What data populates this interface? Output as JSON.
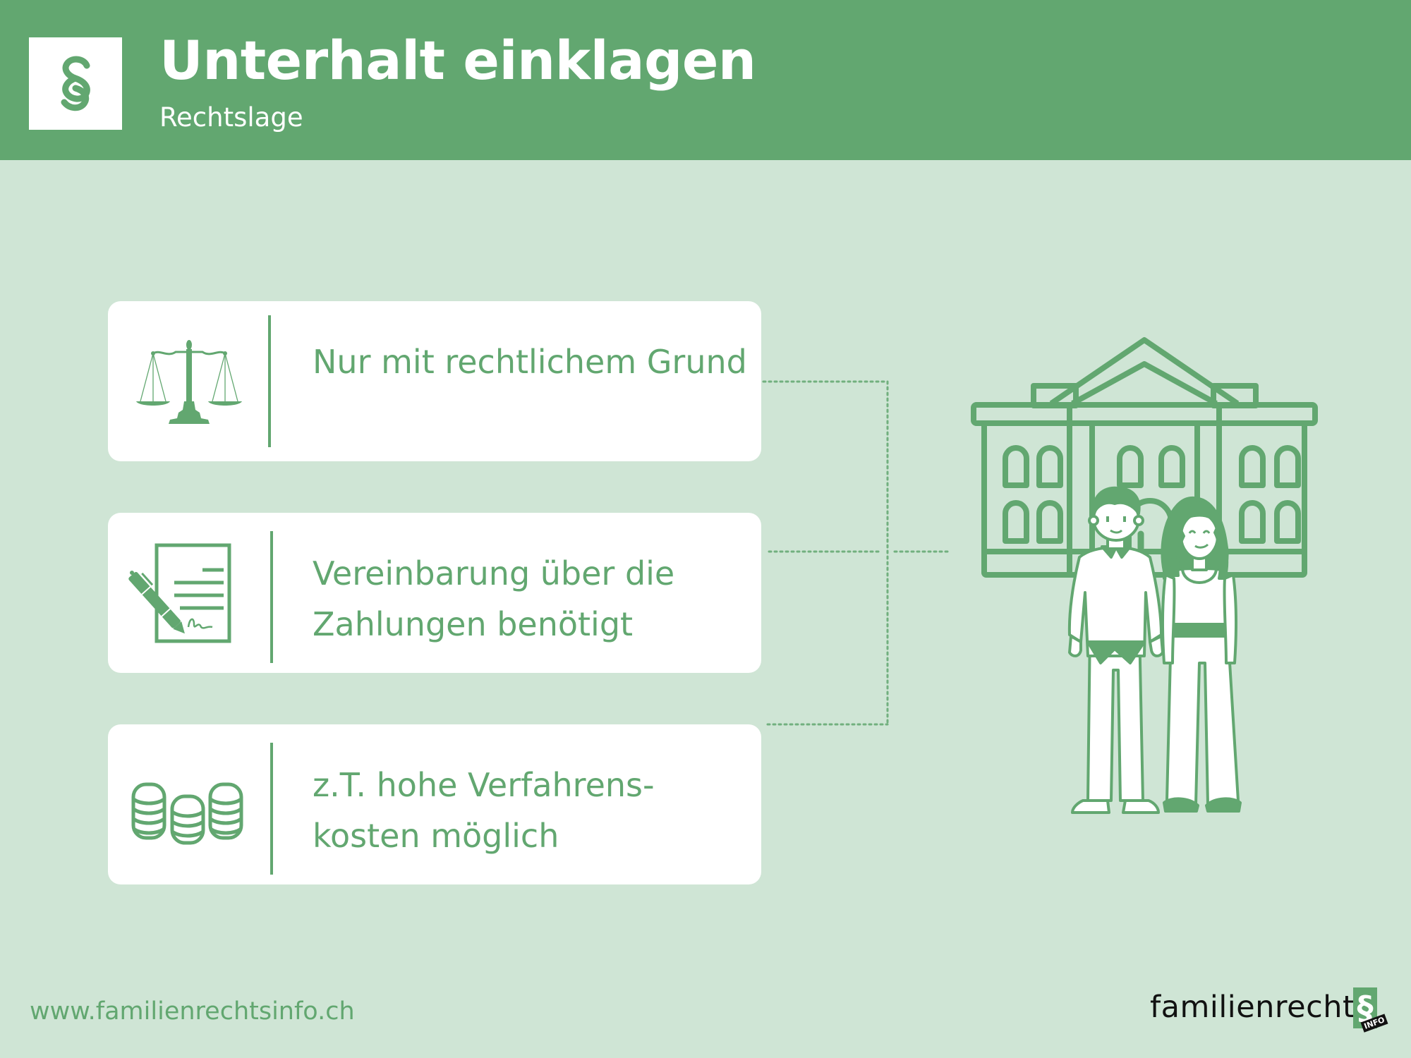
{
  "header": {
    "title": "Unterhalt einklagen",
    "subtitle": "Rechtslage",
    "logo_icon": "paragraph-icon",
    "logo_glyph": "§"
  },
  "colors": {
    "primary_green": "#62A770",
    "background": "#CFE5D5",
    "card_background": "#FFFFFF",
    "brand_text": "#111111"
  },
  "cards": [
    {
      "icon": "scales-of-justice-icon",
      "text": "Nur mit rechtlichem Grund"
    },
    {
      "icon": "signed-contract-icon",
      "text": "Vereinbarung über die Zahlungen benötigt"
    },
    {
      "icon": "coin-stacks-icon",
      "text": "z.T. hohe Verfahrens-kosten möglich"
    }
  ],
  "illustration": {
    "description": "court-building-with-woman-and-child",
    "icon": "courthouse-icon"
  },
  "footer": {
    "url": "www.familienrechtsinfo.ch",
    "brand_name": "familienrecht",
    "brand_glyph": "§",
    "brand_tag": "INFO"
  }
}
